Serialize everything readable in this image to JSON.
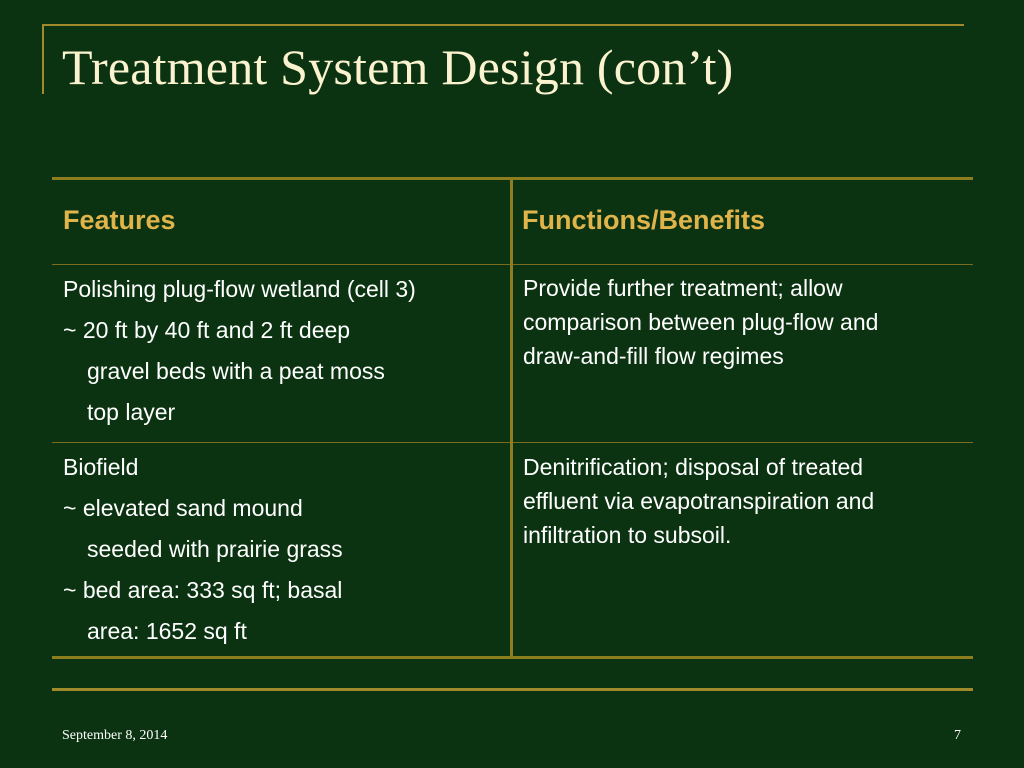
{
  "slide": {
    "title": "Treatment System Design (con’t)",
    "footer_date": "September 8, 2014",
    "slide_number": "7"
  },
  "table": {
    "headers": [
      "Features",
      "Functions/Benefits"
    ],
    "rows": [
      {
        "features": [
          "Polishing plug-flow wetland (cell 3)",
          "~ 20 ft by 40 ft and 2 ft deep",
          "gravel beds with a peat moss",
          "top layer"
        ],
        "benefits": [
          "Provide further treatment; allow",
          "comparison between plug-flow and",
          "draw-and-fill flow regimes"
        ]
      },
      {
        "features": [
          "Biofield",
          "~ elevated sand mound",
          "seeded with prairie grass",
          "~ bed area: 333 sq ft; basal",
          "area: 1652 sq ft"
        ],
        "benefits": [
          "Denitrification; disposal of treated",
          "effluent via evapotranspiration and",
          "infiltration to subsoil."
        ]
      }
    ]
  },
  "colors": {
    "background": "#0b3311",
    "title": "#fbf3cf",
    "header_text": "#e0b44a",
    "rule": "#8c7d1f",
    "body_text": "#ffffff"
  }
}
